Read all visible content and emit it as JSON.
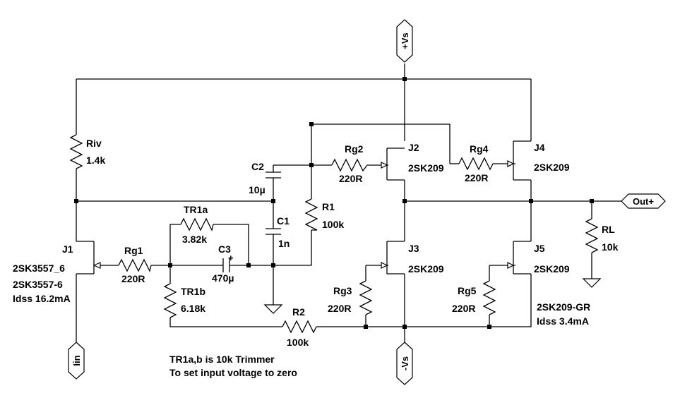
{
  "components": {
    "Riv": {
      "name": "Riv",
      "value": "1.4k"
    },
    "J1": {
      "name": "J1",
      "model": "2SK3557_6",
      "line2": "2SK3557-6",
      "line3": "Idss 16.2mA"
    },
    "Rg1": {
      "name": "Rg1",
      "value": "220R"
    },
    "TR1a": {
      "name": "TR1a",
      "value": "3.82k"
    },
    "TR1b": {
      "name": "TR1b",
      "value": "6.18k"
    },
    "C3": {
      "name": "C3",
      "value": "470µ"
    },
    "C2": {
      "name": "C2",
      "value": "10µ"
    },
    "C1": {
      "name": "C1",
      "value": "1n"
    },
    "R1": {
      "name": "R1",
      "value": "100k"
    },
    "R2": {
      "name": "R2",
      "value": "100k"
    },
    "Rg2": {
      "name": "Rg2",
      "value": "220R"
    },
    "J2": {
      "name": "J2",
      "model": "2SK209"
    },
    "Rg4": {
      "name": "Rg4",
      "value": "220R"
    },
    "J4": {
      "name": "J4",
      "model": "2SK209"
    },
    "J3": {
      "name": "J3",
      "model": "2SK209"
    },
    "J5": {
      "name": "J5",
      "model": "2SK209"
    },
    "Rg3": {
      "name": "Rg3",
      "value": "220R"
    },
    "Rg5": {
      "name": "Rg5",
      "value": "220R"
    },
    "RL": {
      "name": "RL",
      "value": "10k"
    }
  },
  "flags": {
    "vplus": "+Vs",
    "vminus": "-Vs",
    "out": "Out+",
    "in": "Iin"
  },
  "notes": {
    "jfet_grade": "2SK209-GR",
    "jfet_idss": "Idss 3.4mA",
    "trimmer_line1": "TR1a,b is 10k Trimmer",
    "trimmer_line2": "To set input voltage to zero"
  }
}
